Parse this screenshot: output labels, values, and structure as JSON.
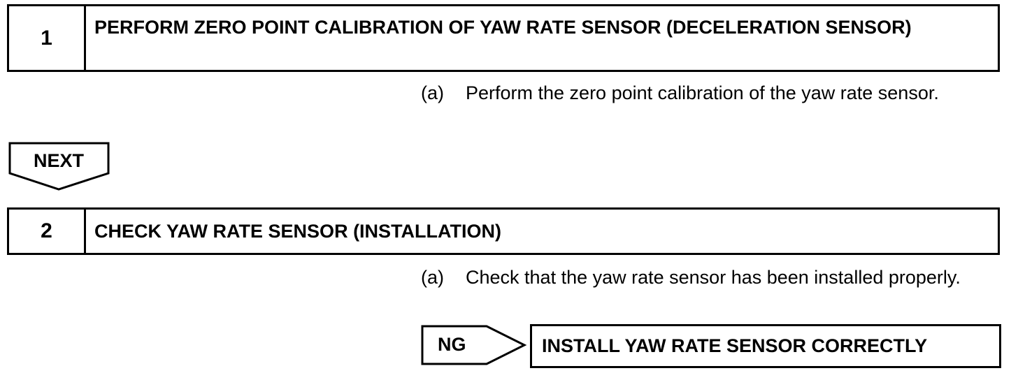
{
  "steps": [
    {
      "number": "1",
      "title": "PERFORM ZERO POINT CALIBRATION OF YAW RATE SENSOR (DECELERATION SENSOR)",
      "substeps": [
        {
          "label": "(a)",
          "text": "Perform the zero point calibration of the yaw rate sensor."
        }
      ]
    },
    {
      "number": "2",
      "title": "CHECK YAW RATE SENSOR (INSTALLATION)",
      "substeps": [
        {
          "label": "(a)",
          "text": "Check that the yaw rate sensor has been installed properly."
        }
      ]
    }
  ],
  "next_label": "NEXT",
  "ng_label": "NG",
  "ng_result": "INSTALL YAW RATE SENSOR CORRECTLY"
}
